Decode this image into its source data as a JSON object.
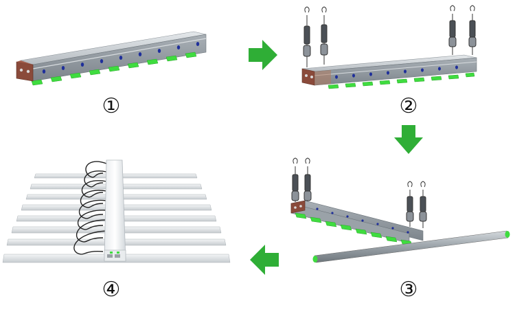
{
  "steps": [
    {
      "label": "①"
    },
    {
      "label": "②"
    },
    {
      "label": "③"
    },
    {
      "label": "④"
    }
  ],
  "colors": {
    "arrow": "#2fae36",
    "bar_top": "#c9ced3",
    "bar_front": "#8e969d",
    "bar_dark": "#6f777e",
    "end_cap": "#8a4a3a",
    "led_green": "#3fdc3f",
    "hole_blue": "#1f2f9a",
    "strip": "#dfe3e6",
    "cable": "#222222"
  },
  "icons": [
    "arrow-right-icon",
    "arrow-down-icon",
    "arrow-left-icon",
    "hanger-icon"
  ]
}
